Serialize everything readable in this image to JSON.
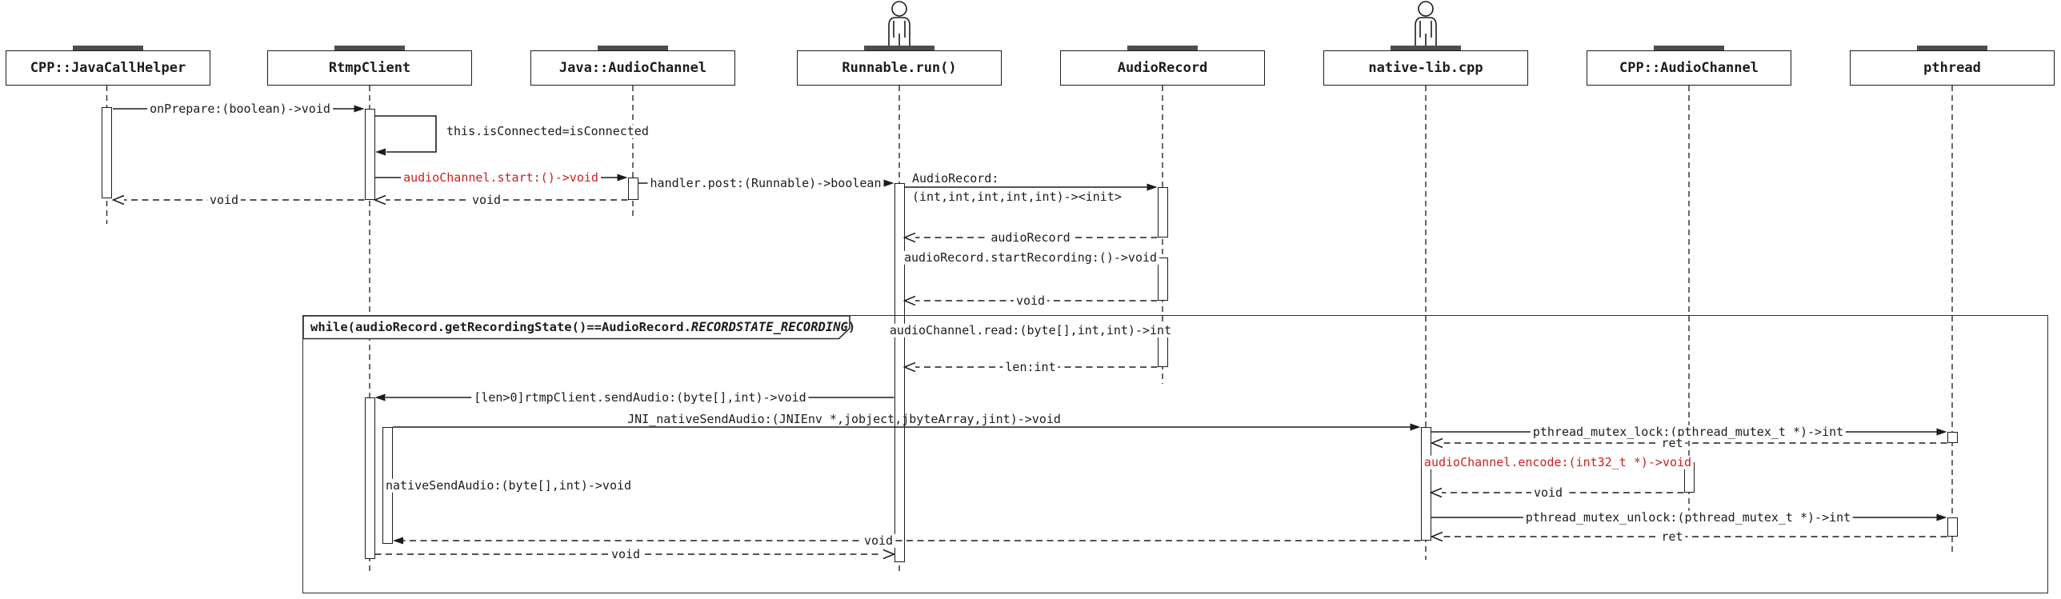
{
  "diagram_type": "uml-sequence",
  "participants": {
    "p1": "CPP::JavaCallHelper",
    "p2": "RtmpClient",
    "p3": "Java::AudioChannel",
    "p4": "Runnable.run()",
    "p5": "AudioRecord",
    "p6": "native-lib.cpp",
    "p7": "CPP::AudioChannel",
    "p8": "pthread"
  },
  "messages": {
    "on_prepare": "onPrepare:(boolean)->void",
    "self_assign": "this.isConnected=isConnected",
    "audio_channel_start": "audioChannel.start:()->void",
    "handler_post": "handler.post:(Runnable)->boolean",
    "audio_record_init_1": "AudioRecord:",
    "audio_record_init_2": "(int,int,int,int,int)-><init>",
    "void_return": "void",
    "audio_record_return": "audioRecord",
    "start_recording": "audioRecord.startRecording:()->void",
    "read": "audioChannel.read:(byte[],int,int)->int",
    "len_return": "len:int",
    "send_audio": "[len>0]rtmpClient.sendAudio:(byte[],int)->void",
    "jni_native_send_audio": "JNI_nativeSendAudio:(JNIEnv *,jobject,jbyteArray,jint)->void",
    "mutex_lock": "pthread_mutex_lock:(pthread_mutex_t *)->int",
    "ret_return": "ret",
    "encode": "audioChannel.encode:(int32_t *)->void",
    "native_send_audio": "nativeSendAudio:(byte[],int)->void",
    "mutex_unlock": "pthread_mutex_unlock:(pthread_mutex_t *)->int"
  },
  "loop_frame": {
    "keyword_part": "while(audioRecord.getRecordingState()==AudioRecord.",
    "italic_part": "RECORDSTATE_RECORDING",
    "close_part": ")"
  },
  "colors": {
    "text": "#1c1c1c",
    "highlight_red": "#cc2020",
    "line": "#1c1c1c",
    "frame_border": "#2e2e2e",
    "box_shadow": "#4d4d4d"
  }
}
